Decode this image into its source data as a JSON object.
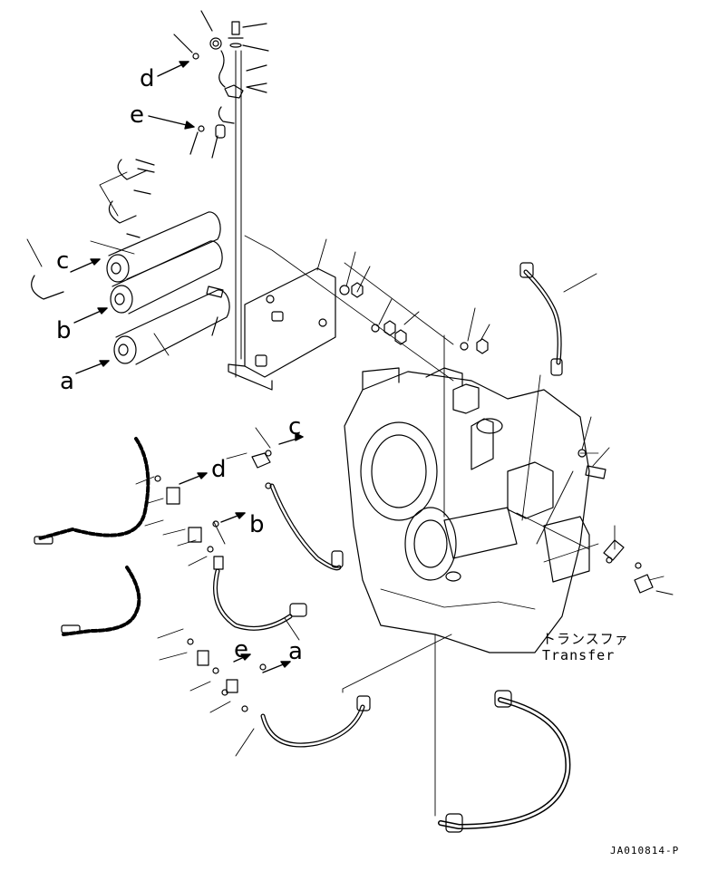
{
  "callouts": {
    "d_top": "d",
    "e_top": "e",
    "c_left": "c",
    "b_left": "b",
    "a_left": "a",
    "c_mid": "c",
    "d_mid": "d",
    "b_mid": "b",
    "e_low": "e",
    "a_low": "a"
  },
  "transfer_label_jp": "トランスファ",
  "transfer_label_en": "Transfer",
  "drawing_id": "JA010814-P"
}
